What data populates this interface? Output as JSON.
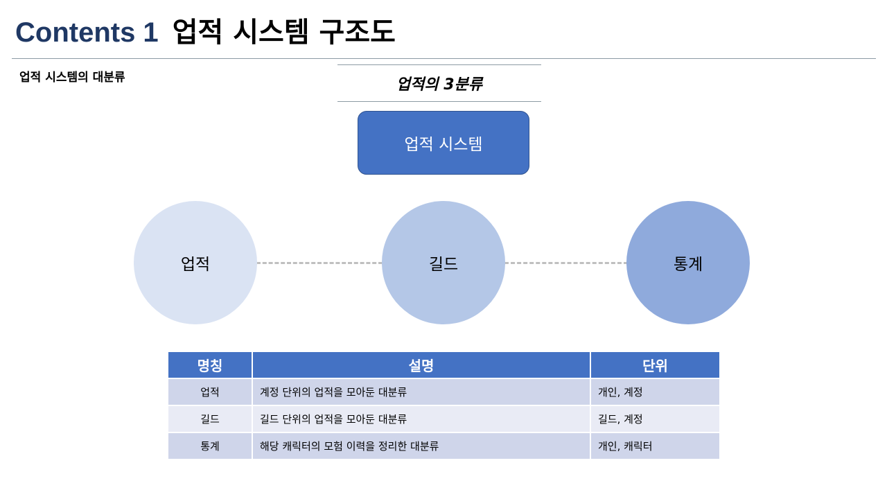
{
  "header": {
    "title_en": "Contents 1",
    "title_ko": "업적 시스템 구조도"
  },
  "subtitle": "업적 시스템의 대분류",
  "diagram": {
    "heading": "업적의 3분류",
    "root": "업적 시스템",
    "nodes": [
      {
        "label": "업적",
        "color": "#dae3f3"
      },
      {
        "label": "길드",
        "color": "#b4c7e7"
      },
      {
        "label": "통계",
        "color": "#8faadc"
      }
    ]
  },
  "table": {
    "headers": [
      "명칭",
      "설명",
      "단위"
    ],
    "rows": [
      [
        "업적",
        "계정 단위의 업적을 모아둔 대분류",
        "개인, 계정"
      ],
      [
        "길드",
        "길드 단위의 업적을 모아둔 대분류",
        "길드, 계정"
      ],
      [
        "통계",
        "해당 캐릭터의 모험 이력을 정리한 대분류",
        "개인, 캐릭터"
      ]
    ]
  },
  "colors": {
    "accent": "#4472c4",
    "title_blue": "#1f3864",
    "row_odd": "#cfd5ea",
    "row_even": "#e9ebf5"
  }
}
